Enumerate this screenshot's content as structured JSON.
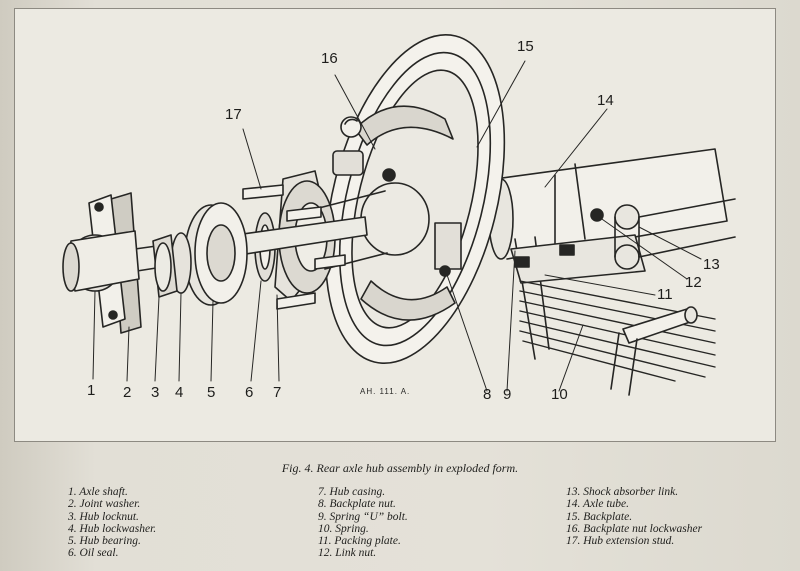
{
  "figure": {
    "caption": "Fig. 4.    Rear axle hub assembly in exploded form.",
    "drawing_ref": "AH. 111. A."
  },
  "callouts": [
    "1",
    "2",
    "3",
    "4",
    "5",
    "6",
    "7",
    "8",
    "9",
    "10",
    "11",
    "12",
    "13",
    "14",
    "15",
    "16",
    "17"
  ],
  "legend": {
    "col1": [
      "1.  Axle shaft.",
      "2.  Joint washer.",
      "3.  Hub locknut.",
      "4.  Hub lockwasher.",
      "5.  Hub bearing.",
      "6.  Oil seal."
    ],
    "col2": [
      "7.  Hub casing.",
      "8.  Backplate nut.",
      "9.  Spring “U” bolt.",
      "10.  Spring.",
      "11.  Packing plate.",
      "12.  Link nut."
    ],
    "col3": [
      "13.  Shock absorber link.",
      "14.  Axle tube.",
      "15.  Backplate.",
      "16.  Backplate nut lockwasher",
      "17.  Hub extension stud."
    ]
  }
}
